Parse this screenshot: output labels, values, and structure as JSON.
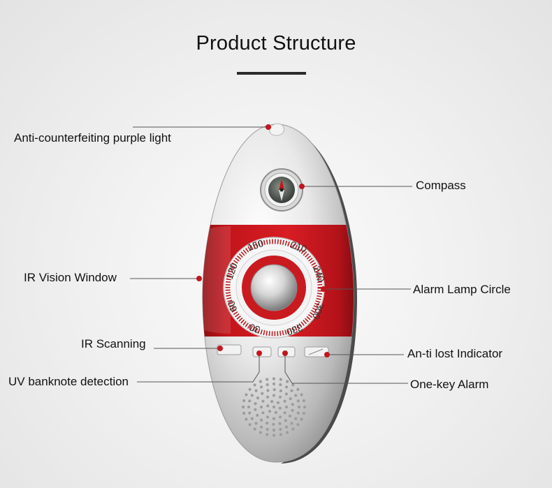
{
  "header": {
    "title": "Product Structure"
  },
  "device": {
    "dial_numbers": [
      "150",
      "210",
      "240",
      "300",
      "330",
      "30",
      "60",
      "120"
    ],
    "accent_color": "#c0161c"
  },
  "labels": {
    "purple_light": "Anti-counterfeiting purple light",
    "compass": "Compass",
    "ir_vision": "IR Vision Window",
    "alarm_lamp": "Alarm Lamp Circle",
    "ir_scanning": "IR Scanning",
    "anti_lost": "An-ti lost Indicator",
    "uv_detection": "UV banknote detection",
    "one_key_alarm": "One-key Alarm"
  }
}
